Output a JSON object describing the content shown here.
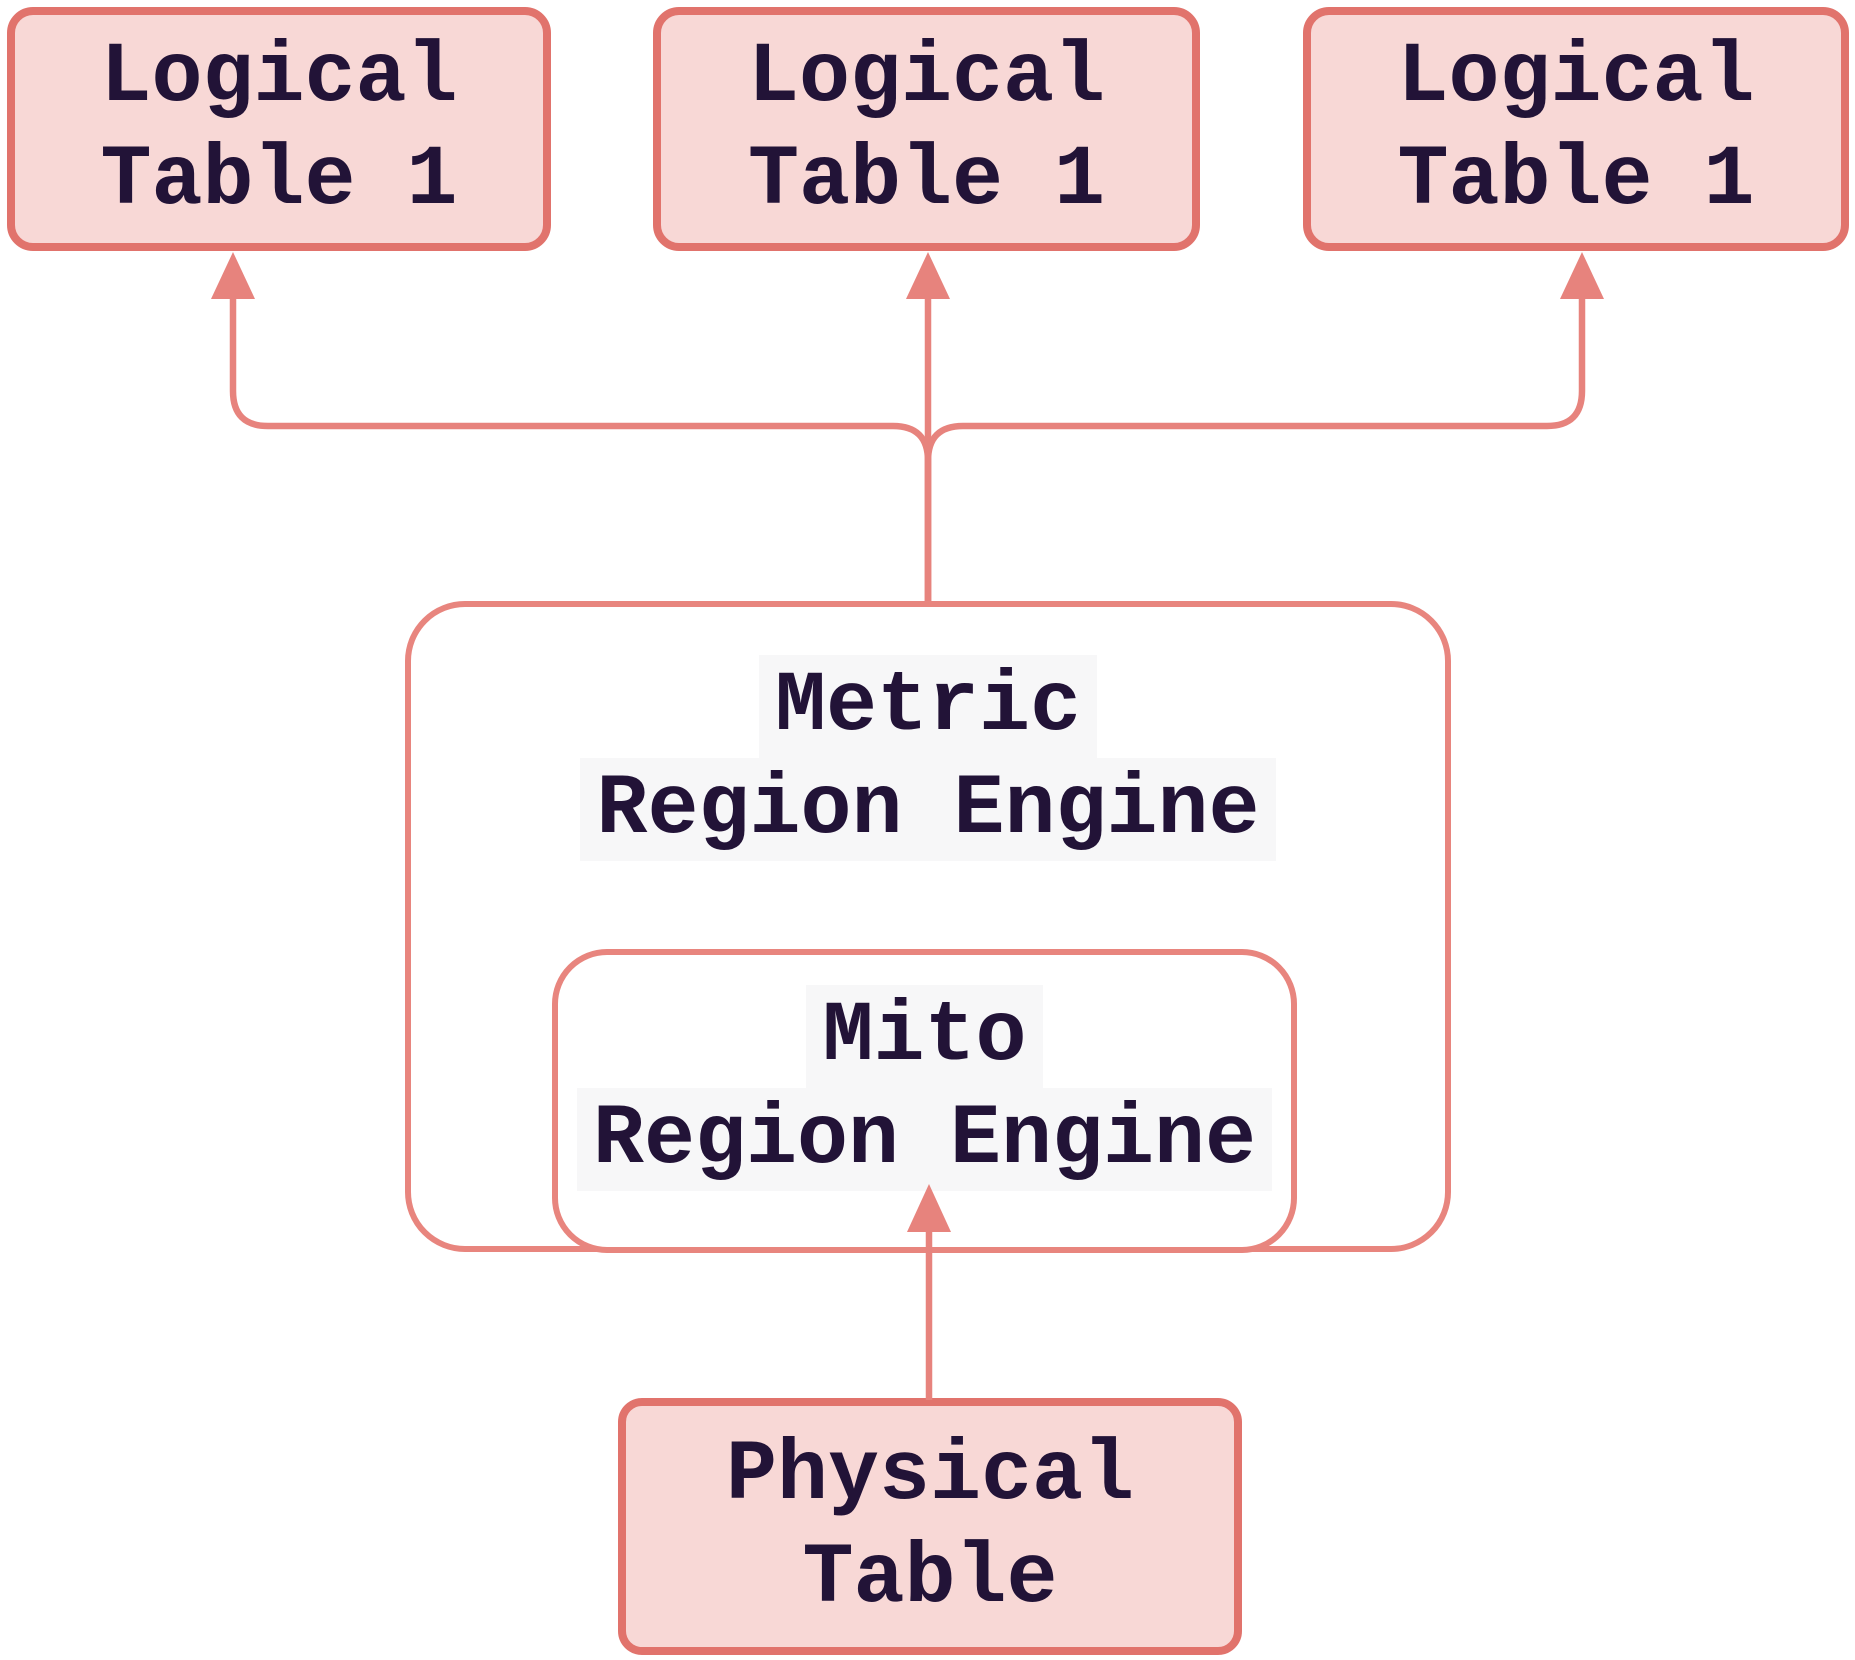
{
  "diagram": {
    "title": "Region engine to table mapping diagram",
    "nodes": {
      "logical_table_a": {
        "lines": [
          "Logical",
          "Table 1"
        ],
        "shape": "pink-rounded-rect"
      },
      "logical_table_b": {
        "lines": [
          "Logical",
          "Table 1"
        ],
        "shape": "pink-rounded-rect"
      },
      "logical_table_c": {
        "lines": [
          "Logical",
          "Table 1"
        ],
        "shape": "pink-rounded-rect"
      },
      "metric_engine": {
        "lines": [
          "Metric",
          "Region Engine"
        ],
        "shape": "white-rounded-container"
      },
      "mito_engine": {
        "lines": [
          "Mito",
          "Region Engine"
        ],
        "shape": "white-rounded-rect-nested"
      },
      "physical_table": {
        "lines": [
          "Physical",
          "Table"
        ],
        "shape": "pink-rounded-rect"
      }
    },
    "edges": [
      {
        "id": "metric-to-logical-left",
        "from": "metric_engine",
        "to": "logical_table_a",
        "arrow": "to"
      },
      {
        "id": "metric-to-logical-center",
        "from": "metric_engine",
        "to": "logical_table_b",
        "arrow": "to"
      },
      {
        "id": "metric-to-logical-right",
        "from": "metric_engine",
        "to": "logical_table_c",
        "arrow": "to"
      },
      {
        "id": "physical-to-mito",
        "from": "physical_table",
        "to": "mito_engine",
        "arrow": "to"
      }
    ],
    "colors": {
      "canvas": "#ffffff",
      "accent_line": "#e7837d",
      "pink_box_border": "#e1736c",
      "pink_box_fill": "#f8d8d6",
      "engine_box_border": "#e8857e",
      "ink": "#221337",
      "label_highlight": "#f7f7f8"
    }
  }
}
